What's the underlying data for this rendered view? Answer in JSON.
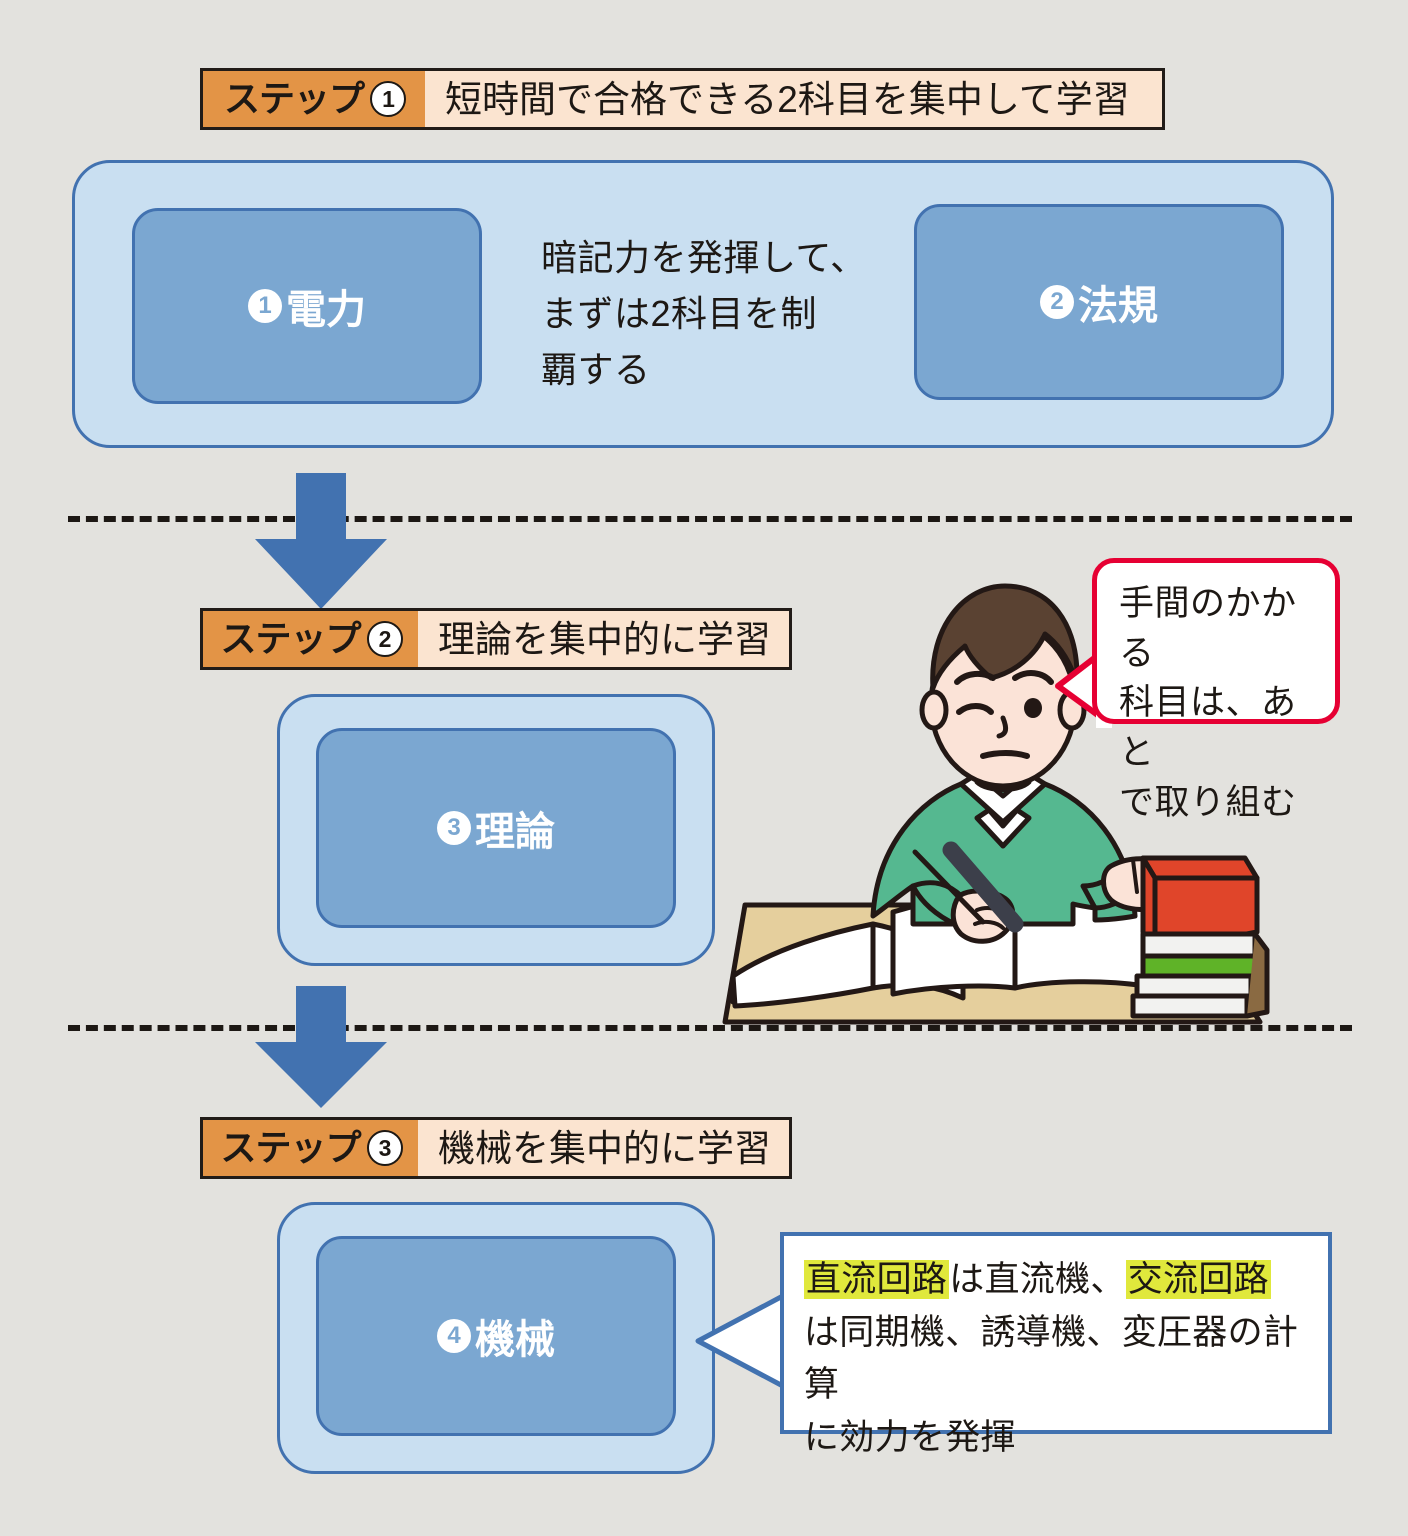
{
  "background_color": "#e3e2de",
  "palette": {
    "step_tag_bg": "#e39446",
    "step_body_bg": "#fbe4d0",
    "outline": "#1d1814",
    "group_bg": "#c9dff1",
    "subject_bg": "#7ba7d1",
    "box_border": "#4272b0",
    "arrow_blue": "#4272b0",
    "bubble_red": "#e60033",
    "highlight_yellow": "#e0e83c",
    "sweater_green": "#55b890",
    "skin": "#fbe3d7",
    "hair_brown": "#5a4232",
    "desk_tan": "#e5cf9d",
    "book_red": "#e0452a",
    "book_green": "#5fb328"
  },
  "steps": [
    {
      "tag_label": "ステップ",
      "number": "1",
      "title": "短時間で合格できる2科目を集中して学習"
    },
    {
      "tag_label": "ステップ",
      "number": "2",
      "title": "理論を集中的に学習"
    },
    {
      "tag_label": "ステップ",
      "number": "3",
      "title": "機械を集中的に学習"
    }
  ],
  "subjects": {
    "power": {
      "number": "1",
      "label": "電力"
    },
    "law": {
      "number": "2",
      "label": "法規"
    },
    "theory": {
      "number": "3",
      "label": "理論"
    },
    "machine": {
      "number": "4",
      "label": "機械"
    }
  },
  "notes": {
    "step1_note": "暗記力を発揮して、\nまずは2科目を制\n覇する"
  },
  "bubbles": {
    "character_bubble": "手間のかかる\n科目は、あと\nで取り組む",
    "machine_callout": {
      "highlight_1": "直流回路",
      "mid_1": "は直流機、",
      "highlight_2": "交流回路",
      "rest": "は同期機、誘導機、変圧器の計算\nに効力を発揮"
    }
  },
  "illustration": {
    "name": "student-studying-at-desk",
    "items": [
      "student",
      "open-book-left",
      "open-notebook-center",
      "pen",
      "stacked-books-right",
      "desk"
    ]
  }
}
